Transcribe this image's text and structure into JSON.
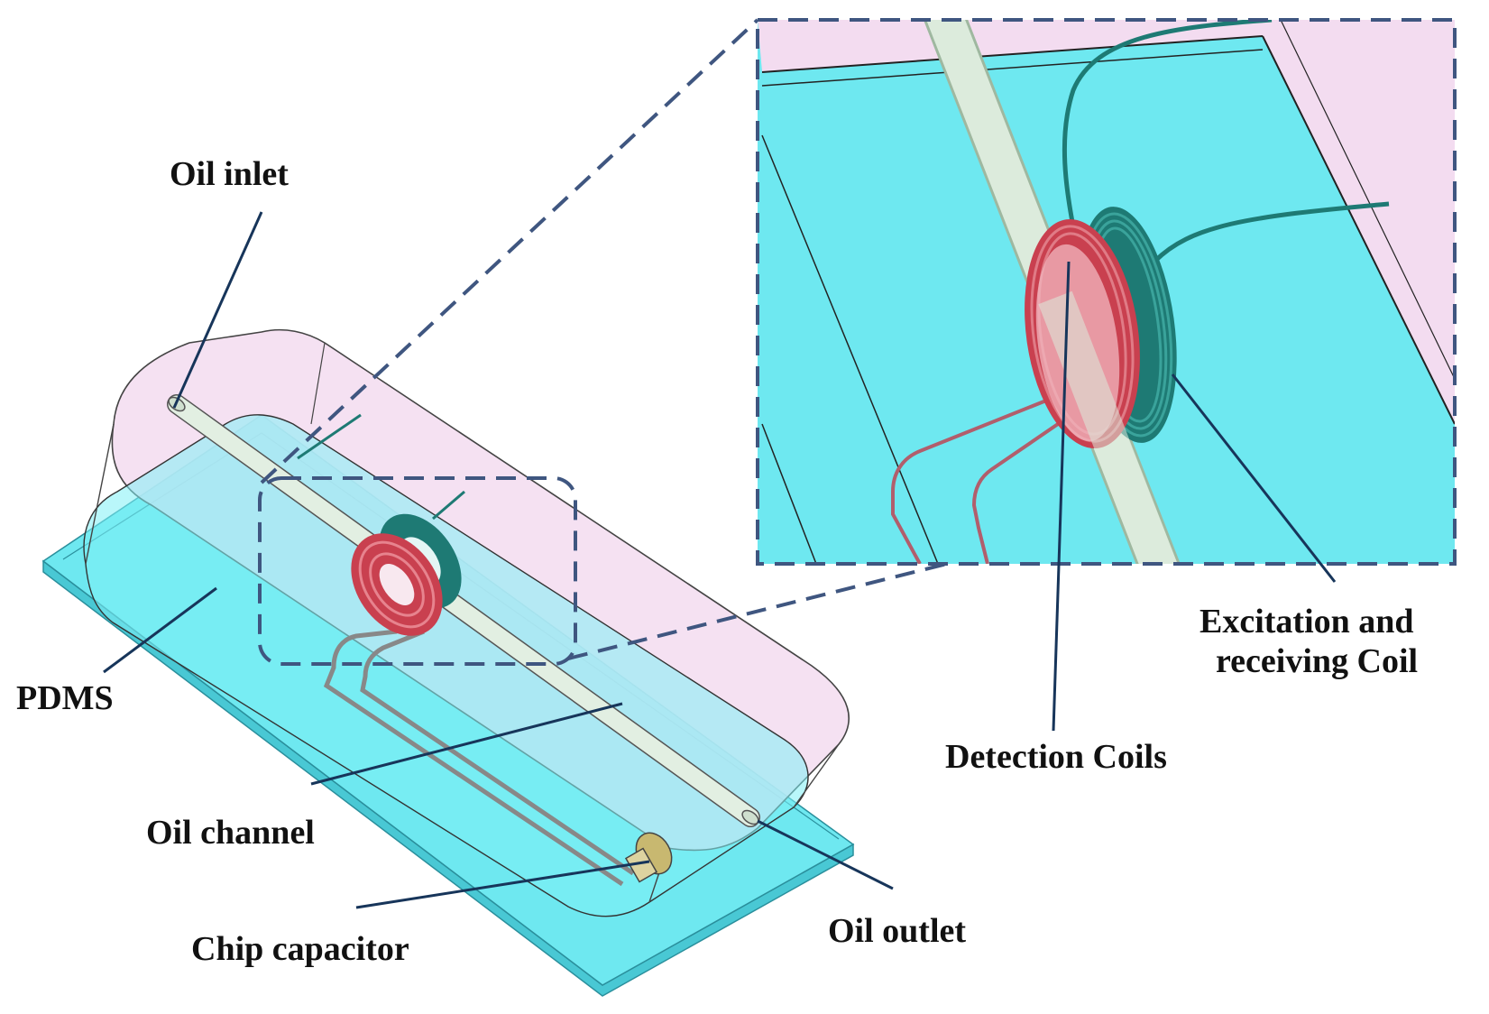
{
  "labels": {
    "oil_inlet": "Oil inlet",
    "pdms": "PDMS",
    "oil_channel": "Oil channel",
    "chip_capacitor": "Chip capacitor",
    "oil_outlet": "Oil outlet",
    "detection_coils": "Detection Coils",
    "excitation_line1": "Excitation and",
    "excitation_line2": "receiving Coil"
  },
  "colors": {
    "substrate": "#6ee8f0",
    "substrate_edge": "#3aa8b8",
    "pdms_cover": "#f3dcf0",
    "detection_coil": "#d0455a",
    "excitation_coil": "#1e7a74",
    "channel": "#e2efe2",
    "leader_line": "#17355a",
    "inset_border": "#3f5680"
  }
}
